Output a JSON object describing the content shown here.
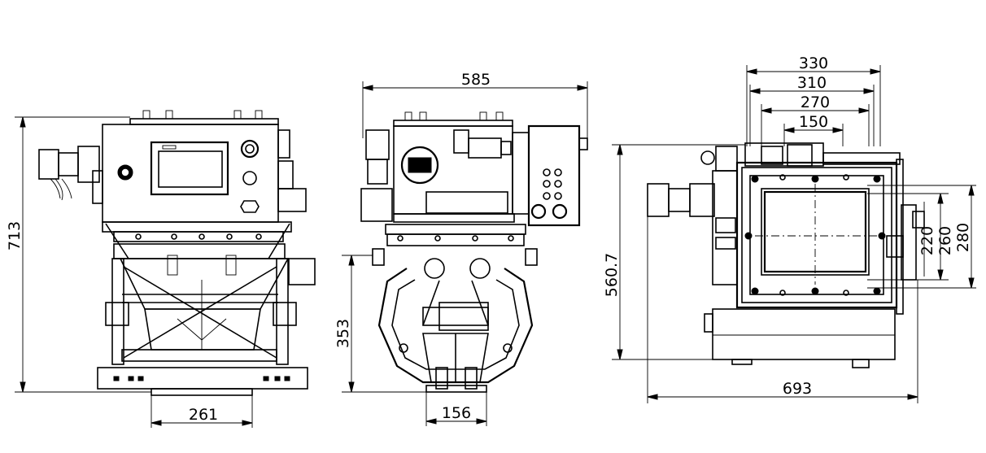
{
  "drawing": {
    "front_view": {
      "height": "713",
      "outlet_width": "261"
    },
    "side_view": {
      "overall_width": "585",
      "outlet_height": "353",
      "outlet_width": "156"
    },
    "top_view": {
      "width_330": "330",
      "width_310": "310",
      "width_270": "270",
      "width_150": "150",
      "height": "560.7",
      "overall_width": "693",
      "dim_220": "220",
      "dim_260": "260",
      "dim_280": "280"
    }
  }
}
